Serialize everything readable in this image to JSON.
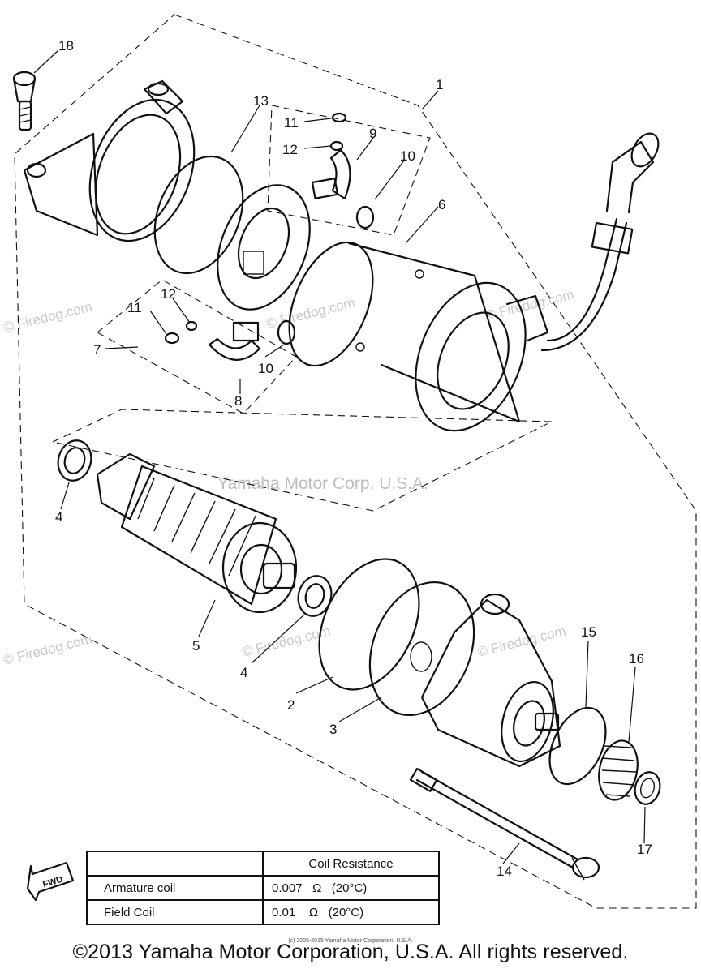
{
  "watermarks": {
    "center": "Yamaha Motor Corp, U.S.A.",
    "site": "© Firedog.com",
    "site_plain": "Firedog.com"
  },
  "callouts": [
    "1",
    "2",
    "3",
    "4",
    "4",
    "5",
    "6",
    "7",
    "8",
    "9",
    "10",
    "10",
    "11",
    "11",
    "12",
    "12",
    "13",
    "14",
    "15",
    "16",
    "17",
    "18"
  ],
  "spec_table": {
    "header": "Coil Resistance",
    "rows": [
      {
        "name": "Armature coil",
        "value": "0.007",
        "unit": "Ω",
        "temp": "(20°C)"
      },
      {
        "name": "Field Coil",
        "value": "0.01",
        "unit": "Ω",
        "temp": "(20°C)"
      }
    ]
  },
  "fwd_label": "FWD",
  "footer": {
    "small": "(c) 2005-2015 Yamaha Motor Corporation, U.S.A.",
    "main": "©2013 Yamaha Motor Corporation, U.S.A. All rights reserved."
  }
}
